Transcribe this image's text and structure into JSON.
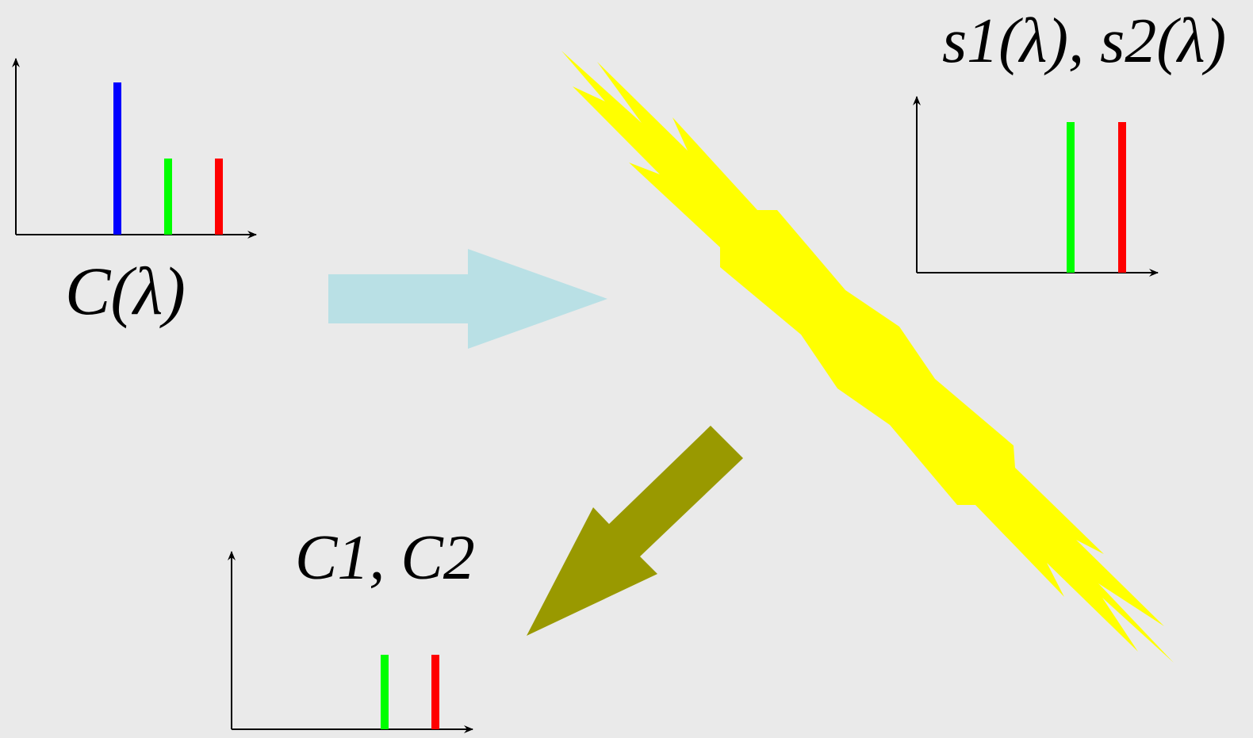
{
  "colors": {
    "background": "#eaeaea",
    "blue_line": "#0000ff",
    "green_line": "#00ff00",
    "red_line": "#ff0000",
    "input_arrow": "#b9e0e5",
    "output_arrow": "#999900",
    "prism_beam": "#ffff00",
    "axis": "#000000"
  },
  "labels": {
    "input_spectrum": "C(λ)",
    "sensor_responses": "s1(λ), s2(λ)",
    "output_values": "C1, C2"
  },
  "chart_data": [
    {
      "type": "bar",
      "series": [
        {
          "values": [
            1.0,
            0.5,
            0.5
          ],
          "colors": [
            "#0000ff",
            "#00ff00",
            "#ff0000"
          ]
        }
      ],
      "xlabel": "",
      "ylabel": ""
    },
    {
      "type": "bar",
      "series": [
        {
          "values": [
            1.0,
            1.0
          ],
          "colors": [
            "#00ff00",
            "#ff0000"
          ]
        }
      ],
      "xlabel": "",
      "ylabel": ""
    },
    {
      "type": "bar",
      "series": [
        {
          "values": [
            1.0,
            1.0
          ],
          "colors": [
            "#00ff00",
            "#ff0000"
          ]
        }
      ],
      "xlabel": "",
      "ylabel": ""
    }
  ],
  "icons": {
    "input_arrow": "right-arrow-icon",
    "output_arrow": "down-left-arrow-icon",
    "beam": "light-beam-icon"
  }
}
